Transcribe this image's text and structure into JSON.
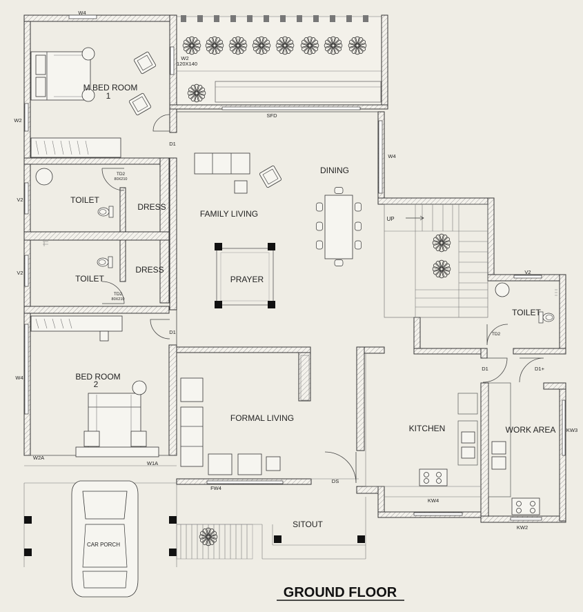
{
  "title": "GROUND FLOOR",
  "rooms": {
    "m_bed_room": "M BED ROOM",
    "m_bed_room_num": "1",
    "toilet_1": "TOILET",
    "dress_1": "DRESS",
    "toilet_2": "TOILET",
    "dress_2": "DRESS",
    "bed_room_2": "BED ROOM",
    "bed_room_2_num": "2",
    "car_porch": "CAR PORCH",
    "family_living": "FAMILY LIVING",
    "prayer": "PRAYER",
    "dining": "DINING",
    "formal_living": "FORMAL LIVING",
    "sitout": "SITOUT",
    "kitchen": "KITCHEN",
    "work_area": "WORK AREA",
    "toilet_3": "TOILET",
    "up": "UP"
  },
  "tags": {
    "w4_top": "W4",
    "w2_left": "W2",
    "v2_a": "V2",
    "v2_b": "V2",
    "w4_left": "W4",
    "w2a": "W2A",
    "w1a": "W1A",
    "fw4": "FW4",
    "ds": "DS",
    "kw4": "KW4",
    "kw2": "KW2",
    "kw3": "KW3",
    "w2_court": "W2",
    "w2_court_size": "120X140",
    "sfd": "SFD",
    "w4_right": "W4",
    "d1_a": "D1",
    "d1_b": "D1",
    "d1_c": "D1",
    "d1_plus": "D1+",
    "td2_a": "TD2",
    "td2_a_size": "80X210",
    "td2_b": "TD2",
    "td2_b_size": "80X210",
    "td2_c": "TD2",
    "v2_c": "V2"
  }
}
